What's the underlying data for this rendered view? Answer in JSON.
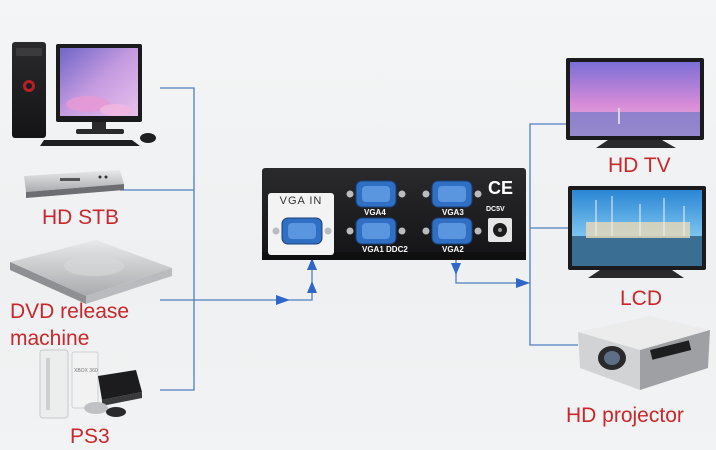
{
  "labels": {
    "hd_stb": "HD STB",
    "dvd_line1": "DVD release",
    "dvd_line2": "machine",
    "ps3": "PS3",
    "hd_tv": "HD TV",
    "lcd": "LCD",
    "hd_projector": "HD projector"
  },
  "splitter": {
    "input_label": "VGA IN",
    "ports": {
      "vga4": "VGA4",
      "vga3": "VGA3",
      "vga1": "VGA1 DDC2",
      "vga2": "VGA2"
    },
    "ce_mark": "CE",
    "power_label": "DC5V"
  },
  "console_brand": "XBOX 360",
  "colors": {
    "label_red": "#c8282b",
    "connector_blue": "#3f6fb5",
    "arrow_blue": "#2f67c9",
    "port_blue": "#3f7fd1",
    "device_body": "#1d1d1f"
  }
}
